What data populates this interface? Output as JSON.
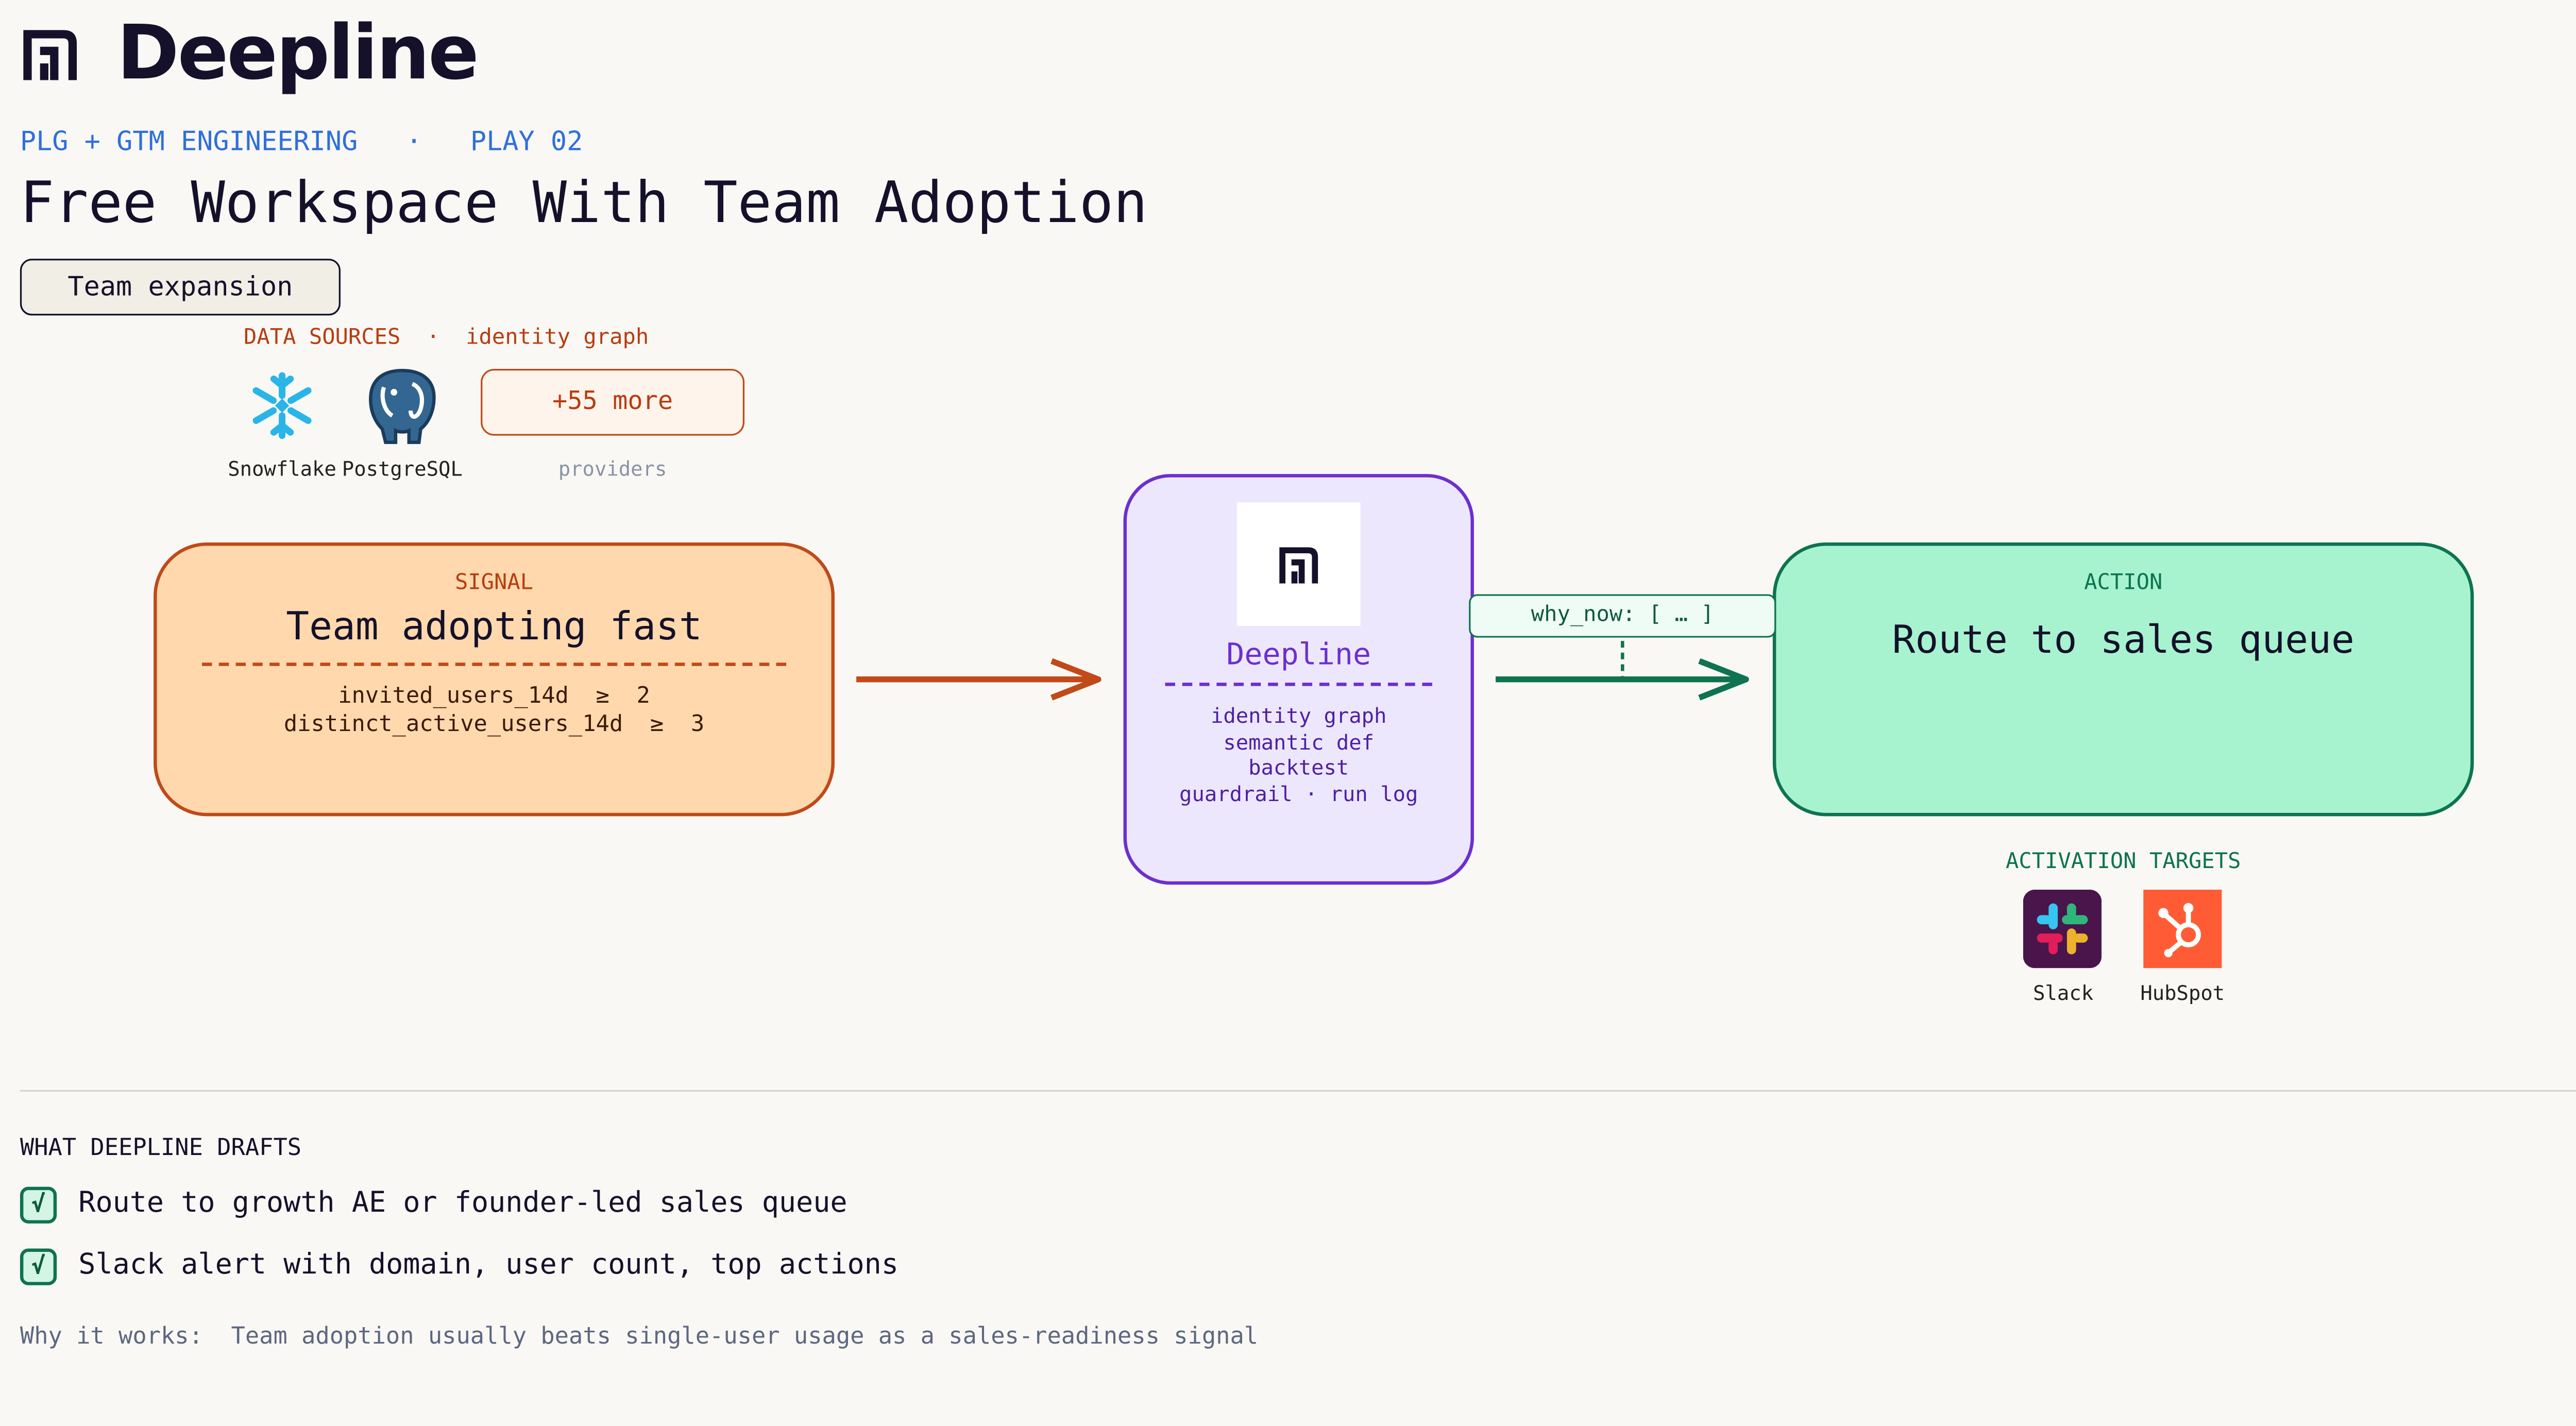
{
  "brand": {
    "name": "Deepline"
  },
  "header": {
    "category": "PLG + GTM ENGINEERING",
    "separator": "·",
    "play": "PLAY 02",
    "title": "Free Workspace With Team Adoption",
    "pill": "Team expansion"
  },
  "data_sources": {
    "label": "DATA SOURCES",
    "separator": "·",
    "sublabel": "identity graph",
    "items": [
      {
        "name": "Snowflake",
        "icon": "snowflake-icon",
        "color": "#29b5e8"
      },
      {
        "name": "PostgreSQL",
        "icon": "postgresql-elephant-icon",
        "color": "#336791"
      }
    ],
    "more": "+55 more",
    "more_caption": "providers"
  },
  "signal": {
    "eyebrow": "SIGNAL",
    "title": "Team adopting fast",
    "conditions": [
      "invited_users_14d  ≥  2",
      "distinct_active_users_14d  ≥  3"
    ],
    "color": "#c04a18"
  },
  "engine": {
    "name": "Deepline",
    "features": [
      "identity graph",
      "semantic def",
      "backtest",
      "guardrail · run log"
    ],
    "color": "#6c2fd0"
  },
  "why_now": "why_now: [ … ]",
  "action": {
    "eyebrow": "ACTION",
    "title": "Route to sales queue",
    "color": "#0e7350"
  },
  "activation_targets": {
    "label": "ACTIVATION TARGETS",
    "items": [
      {
        "name": "Slack",
        "icon": "slack-icon",
        "color": "#4a154b"
      },
      {
        "name": "HubSpot",
        "icon": "hubspot-icon",
        "color": "#ff5c35"
      }
    ]
  },
  "drafts": {
    "heading": "WHAT DEEPLINE DRAFTS",
    "check_glyph": "√",
    "items": [
      "Route to growth AE or founder-led sales queue",
      "Slack alert with domain, user count, top actions"
    ]
  },
  "footer": {
    "label": "Why it works:",
    "text": "Team adoption usually beats single-user usage as a sales-readiness signal"
  }
}
